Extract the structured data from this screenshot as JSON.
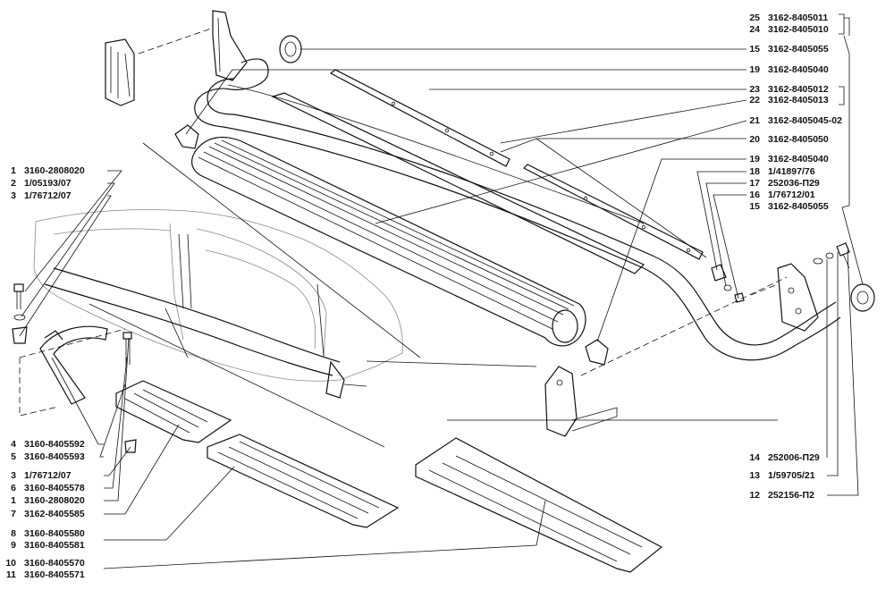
{
  "callouts_left": [
    {
      "num": "1",
      "part": "3160-2808020"
    },
    {
      "num": "2",
      "part": "1/05193/07"
    },
    {
      "num": "3",
      "part": "1/76712/07"
    },
    {
      "num": "4",
      "part": "3160-8405592"
    },
    {
      "num": "5",
      "part": "3160-8405593"
    },
    {
      "num": "3",
      "part": "1/76712/07"
    },
    {
      "num": "6",
      "part": "3160-8405578"
    },
    {
      "num": "1",
      "part": "3160-2808020"
    },
    {
      "num": "7",
      "part": "3162-8405585"
    },
    {
      "num": "8",
      "part": "3160-8405580"
    },
    {
      "num": "9",
      "part": "3160-8405581"
    },
    {
      "num": "10",
      "part": "3160-8405570"
    },
    {
      "num": "11",
      "part": "3160-8405571"
    }
  ],
  "callouts_right": [
    {
      "num": "25",
      "part": "3162-8405011"
    },
    {
      "num": "24",
      "part": "3162-8405010"
    },
    {
      "num": "15",
      "part": "3162-8405055"
    },
    {
      "num": "19",
      "part": "3162-8405040"
    },
    {
      "num": "23",
      "part": "3162-8405012"
    },
    {
      "num": "22",
      "part": "3162-8405013"
    },
    {
      "num": "21",
      "part": "3162-8405045-02"
    },
    {
      "num": "20",
      "part": "3162-8405050"
    },
    {
      "num": "19",
      "part": "3162-8405040"
    },
    {
      "num": "18",
      "part": "1/41897/76"
    },
    {
      "num": "17",
      "part": "252036-П29"
    },
    {
      "num": "16",
      "part": "1/76712/01"
    },
    {
      "num": "15",
      "part": "3162-8405055"
    },
    {
      "num": "14",
      "part": "252006-П29"
    },
    {
      "num": "13",
      "part": "1/59705/21"
    },
    {
      "num": "12",
      "part": "252156-П2"
    }
  ]
}
